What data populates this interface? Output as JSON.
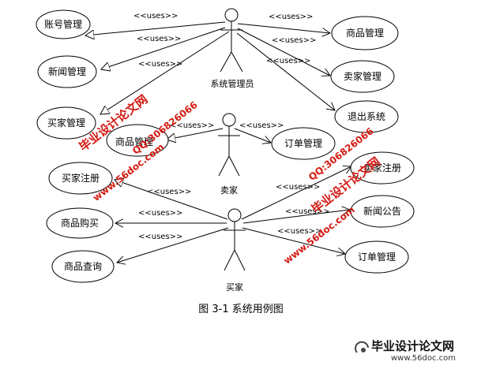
{
  "actors": {
    "admin": "系统管理员",
    "seller": "卖家",
    "buyer": "买家"
  },
  "use_cases": {
    "account_mgmt": "账号管理",
    "news_mgmt": "新闻管理",
    "buyer_mgmt": "买家管理",
    "goods_mgmt_admin": "商品管理",
    "seller_mgmt": "卖家管理",
    "exit_system": "退出系统",
    "goods_mgmt_seller": "商品管理",
    "order_mgmt_seller": "订单管理",
    "buyer_register": "买家注册",
    "goods_buy": "商品购买",
    "goods_query": "商品查询",
    "seller_register": "卖家注册",
    "news_notice": "新闻公告",
    "order_mgmt_buyer": "订单管理"
  },
  "relation_label": "<<uses>>",
  "caption": "图 3-1 系统用例图",
  "watermark": {
    "line1": "毕业设计论文网",
    "line2": "www.56doc.com",
    "line3": "QQ:306826066"
  },
  "footer": {
    "brand": "毕业设计论文网",
    "url": "www.56doc.com"
  }
}
